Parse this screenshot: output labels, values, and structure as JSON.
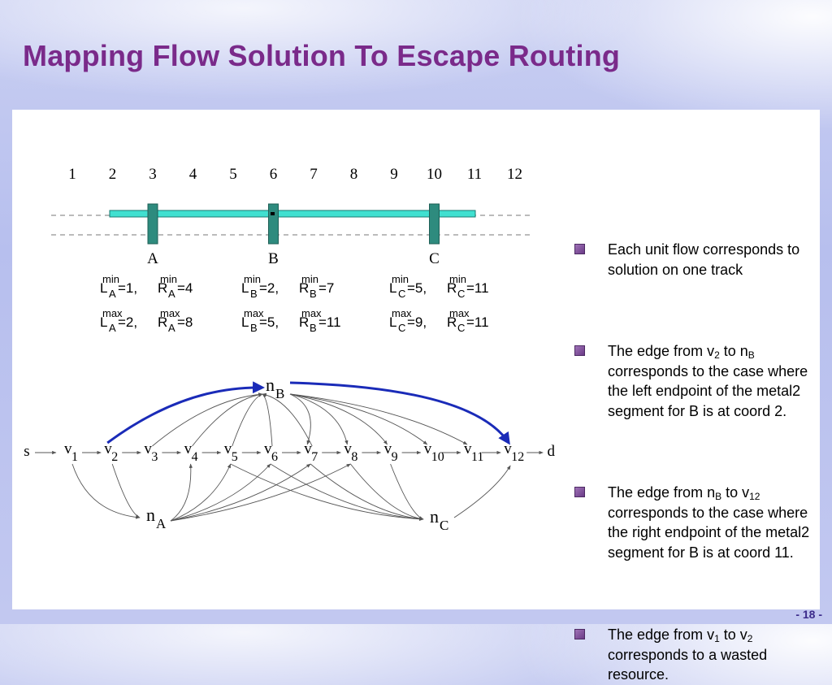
{
  "title": "Mapping Flow Solution To Escape Routing",
  "page_number": "- 18 -",
  "colors": {
    "title": "#7a2a8a",
    "segment": "#40e0d0",
    "pin": "#2e8b7e",
    "highlight_edge": "#1a2bb8",
    "edge": "#555555"
  },
  "track_axis": {
    "coords": [
      "1",
      "2",
      "3",
      "4",
      "5",
      "6",
      "7",
      "8",
      "9",
      "10",
      "11",
      "12"
    ]
  },
  "pins": [
    {
      "label": "A"
    },
    {
      "label": "B"
    },
    {
      "label": "C"
    }
  ],
  "constraints": [
    {
      "sup": "min",
      "l": "L",
      "l_sub": "A",
      "l_val": "=1,",
      "r": "R",
      "r_sub": "A",
      "r_val": "=4"
    },
    {
      "sup": "min",
      "l": "L",
      "l_sub": "B",
      "l_val": "=2,",
      "r": "R",
      "r_sub": "B",
      "r_val": "=7"
    },
    {
      "sup": "min",
      "l": "L",
      "l_sub": "C",
      "l_val": "=5,",
      "r": "R",
      "r_sub": "C",
      "r_val": "=11"
    },
    {
      "sup": "max",
      "l": "L",
      "l_sub": "A",
      "l_val": "=2,",
      "r": "R",
      "r_sub": "A",
      "r_val": "=8"
    },
    {
      "sup": "max",
      "l": "L",
      "l_sub": "B",
      "l_val": "=5,",
      "r": "R",
      "r_sub": "B",
      "r_val": "=11"
    },
    {
      "sup": "max",
      "l": "L",
      "l_sub": "C",
      "l_val": "=9,",
      "r": "R",
      "r_sub": "C",
      "r_val": "=11"
    }
  ],
  "graph": {
    "source": "s",
    "sink": "d",
    "v_letter": "v",
    "v_subs": [
      "1",
      "2",
      "3",
      "4",
      "5",
      "6",
      "7",
      "8",
      "9",
      "10",
      "11",
      "12"
    ],
    "n_letter": "n",
    "n_subs": [
      "A",
      "B",
      "C"
    ]
  },
  "bullets": [
    {
      "parts": [
        {
          "t": "Each unit flow corresponds to solution on one track"
        }
      ]
    },
    {
      "parts": [
        {
          "t": "The edge from v"
        },
        {
          "s": "2"
        },
        {
          "t": " to n"
        },
        {
          "s": "B"
        },
        {
          "t": " corresponds to the case where the left endpoint of the metal2 segment for B is at coord 2."
        }
      ]
    },
    {
      "parts": [
        {
          "t": "The edge from n"
        },
        {
          "s": "B"
        },
        {
          "t": " to v"
        },
        {
          "s": "12"
        },
        {
          "t": " corresponds to the case where the right endpoint of the metal2 segment for B is at coord 11."
        }
      ]
    },
    {
      "parts": [
        {
          "t": "The edge from v"
        },
        {
          "s": "1"
        },
        {
          "t": " to v"
        },
        {
          "s": "2"
        },
        {
          "t": " corresponds to a wasted resource."
        }
      ]
    }
  ]
}
